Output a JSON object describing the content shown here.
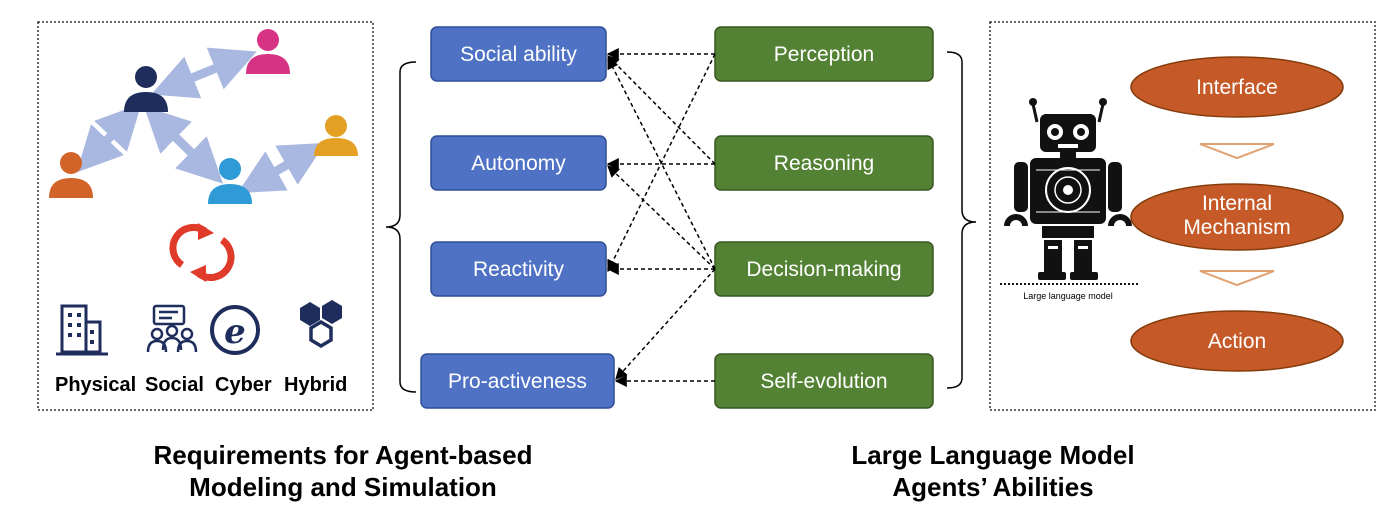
{
  "requirements": {
    "items": [
      "Social ability",
      "Autonomy",
      "Reactivity",
      "Pro-activeness"
    ],
    "domains": [
      "Physical",
      "Social",
      "Cyber",
      "Hybrid"
    ],
    "caption_line1": "Requirements for Agent-based",
    "caption_line2": "Modeling and Simulation"
  },
  "abilities": {
    "items": [
      "Perception",
      "Reasoning",
      "Decision-making",
      "Self-evolution"
    ],
    "caption_line1": "Large Language Model",
    "caption_line2": "Agents’ Abilities"
  },
  "llm": {
    "robot_label": "Large language model",
    "stages": [
      "Interface",
      "Internal\nMechanism",
      "Action"
    ]
  },
  "colors": {
    "requirement_box": "#4f72c4",
    "ability_box": "#548235",
    "stage_ellipse": "#c55a28",
    "arrow": "#e0a070"
  }
}
